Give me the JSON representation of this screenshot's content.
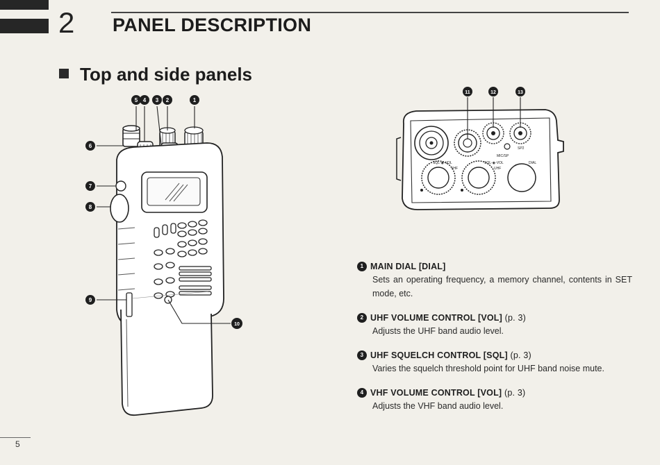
{
  "chapter": {
    "number": "2",
    "title": "PANEL DESCRIPTION"
  },
  "section": {
    "title": "Top and side panels"
  },
  "radio_callouts": [
    "5",
    "4",
    "3",
    "2",
    "1",
    "6",
    "7",
    "8",
    "9",
    "10"
  ],
  "panel_callouts": [
    "11",
    "12",
    "13"
  ],
  "panel_labels": {
    "sql_vol_vhf_top": "SQL-◉-VOL",
    "vhf": "VHF",
    "sql_vol_uhf_top": "SQL-◉-VOL",
    "uhf": "UHF",
    "dial": "DIAL",
    "mic_sp": "MIC/SP",
    "sp2": "SP2"
  },
  "items": [
    {
      "num": "1",
      "title": "MAIN DIAL [DIAL]",
      "page": "",
      "desc": "Sets an operating frequency, a memory channel, contents in SET mode, etc."
    },
    {
      "num": "2",
      "title": "UHF VOLUME CONTROL [VOL]",
      "page": "(p. 3)",
      "desc": "Adjusts the UHF band audio level."
    },
    {
      "num": "3",
      "title": "UHF SQUELCH CONTROL [SQL]",
      "page": "(p. 3)",
      "desc": "Varies the squelch threshold point for UHF band noise mute."
    },
    {
      "num": "4",
      "title": "VHF VOLUME CONTROL [VOL]",
      "page": "(p. 3)",
      "desc": "Adjusts the VHF band audio level."
    }
  ],
  "page_number": "5"
}
